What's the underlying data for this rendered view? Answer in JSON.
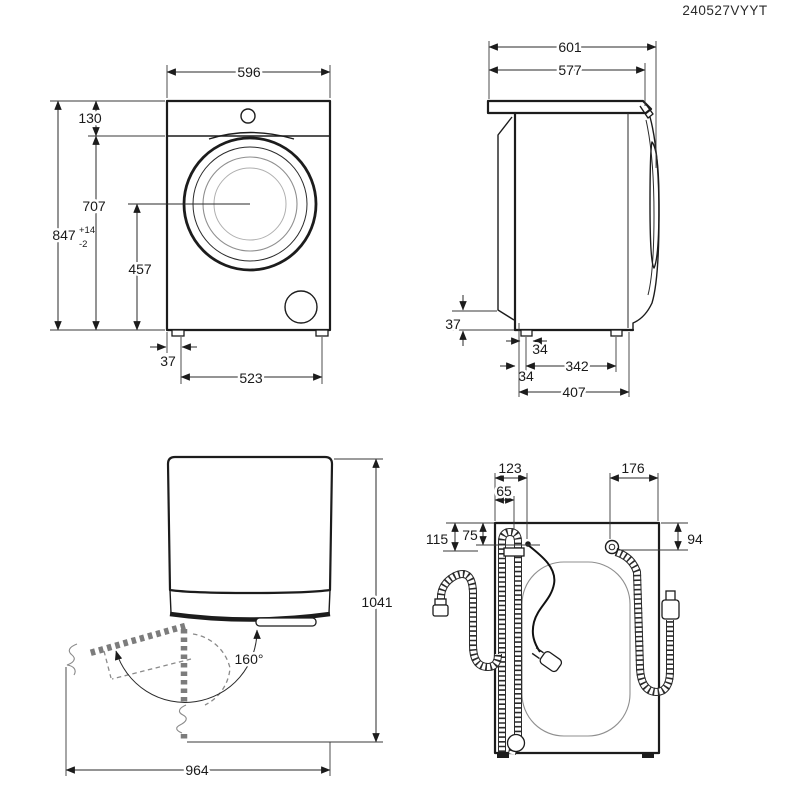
{
  "document_code": "240527VYYT",
  "colors": {
    "line": "#1c1c1c",
    "light_line": "#8f8f8f",
    "background": "#ffffff"
  },
  "front_view": {
    "dims": {
      "width": "596",
      "panel_height": "130",
      "door_top_height": "707",
      "total_height": "847",
      "tol_plus": "+14",
      "tol_minus": "-2",
      "door_center_height": "457",
      "foot_offset": "37",
      "feet_distance": "523"
    }
  },
  "side_view": {
    "dims": {
      "depth_total": "601",
      "depth_body": "577",
      "rear_clearance": "37",
      "foot_width": "34",
      "feet_distance": "342",
      "rear_foot_offset": "34",
      "feet_span": "407"
    }
  },
  "door_view": {
    "dims": {
      "opening_angle": "160°",
      "open_depth": "964",
      "open_height": "1041"
    }
  },
  "rear_view": {
    "dims": {
      "cord_offset": "123",
      "drain_hook_offset": "65",
      "left_drop": "115",
      "hook_drop": "75",
      "inlet_offset": "176",
      "inlet_drop": "94"
    }
  }
}
